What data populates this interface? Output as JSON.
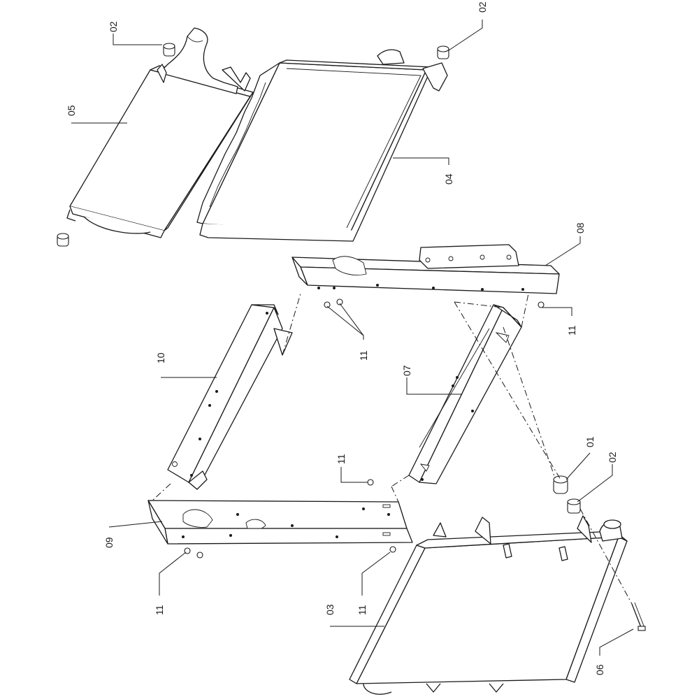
{
  "callouts": {
    "c01": "01",
    "c02_a": "02",
    "c02_b": "02",
    "c02_c": "02",
    "c03": "03",
    "c04": "04",
    "c05": "05",
    "c06": "06",
    "c07": "07",
    "c08": "08",
    "c09": "09",
    "c10": "10",
    "c11_a": "11",
    "c11_b": "11",
    "c11_c": "11",
    "c11_d": "11",
    "c11_e": "11"
  }
}
